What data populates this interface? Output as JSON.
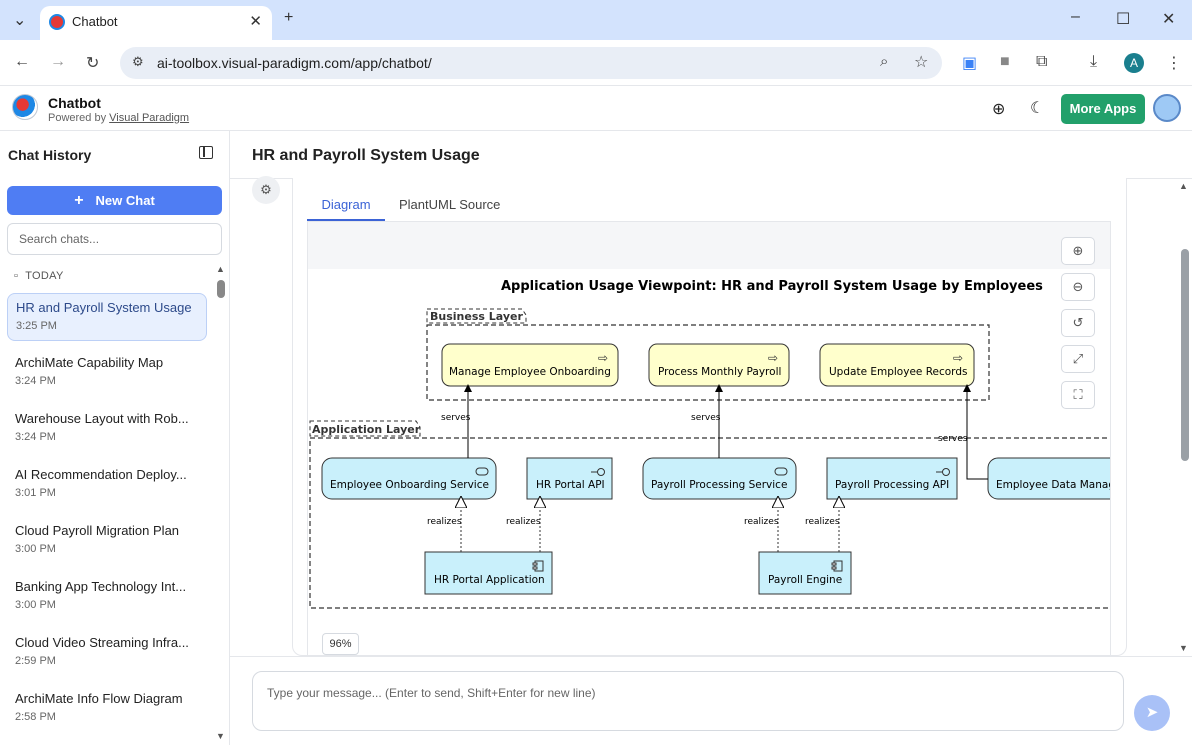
{
  "browser": {
    "tab_title": "Chatbot",
    "url": "ai-toolbox.visual-paradigm.com/app/chatbot/",
    "profile_initial": "A"
  },
  "app": {
    "title": "Chatbot",
    "powered_by": "Powered by",
    "powered_link": "Visual Paradigm",
    "more_apps": "More Apps",
    "accent_color": "#22a06b"
  },
  "sidebar": {
    "title": "Chat History",
    "new_chat": "New Chat",
    "search_placeholder": "Search chats...",
    "group_label": "TODAY",
    "items": [
      {
        "title": "HR and Payroll System Usage",
        "time": "3:25 PM"
      },
      {
        "title": "ArchiMate Capability Map",
        "time": "3:24 PM"
      },
      {
        "title": "Warehouse Layout with Rob...",
        "time": "3:24 PM"
      },
      {
        "title": "AI Recommendation Deploy...",
        "time": "3:01 PM"
      },
      {
        "title": "Cloud Payroll Migration Plan",
        "time": "3:00 PM"
      },
      {
        "title": "Banking App Technology Int...",
        "time": "3:00 PM"
      },
      {
        "title": "Cloud Video Streaming Infra...",
        "time": "2:59 PM"
      },
      {
        "title": "ArchiMate Info Flow Diagram",
        "time": "2:58 PM"
      }
    ]
  },
  "main": {
    "title": "HR and Payroll System Usage",
    "tabs": [
      "Diagram",
      "PlantUML Source"
    ],
    "zoom_level": "96%",
    "message_placeholder": "Type your message... (Enter to send, Shift+Enter for new line)"
  },
  "diagram": {
    "title": "Application Usage Viewpoint: HR and Payroll System Usage by Employees",
    "business_layer": "Business Layer",
    "application_layer": "Application Layer",
    "business_processes": [
      "Manage Employee Onboarding",
      "Process Monthly Payroll",
      "Update Employee Records"
    ],
    "services": [
      "Employee Onboarding Service",
      "HR Portal API",
      "Payroll Processing Service",
      "Payroll Processing API",
      "Employee Data Manag"
    ],
    "components": [
      "HR Portal Application",
      "Payroll Engine"
    ],
    "rel_serves": "serves",
    "rel_realizes": "realizes",
    "business_color": "#ffffcc",
    "application_color": "#c9f0fb"
  }
}
